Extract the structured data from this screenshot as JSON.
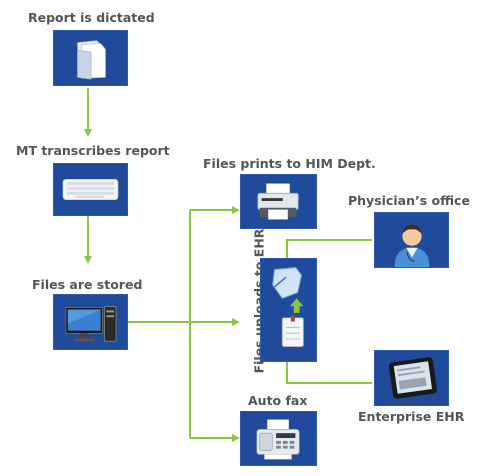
{
  "steps": {
    "dictated": "Report is dictated",
    "transcribes": "MT transcribes report",
    "stored": "Files are stored",
    "prints": "Files prints to HIM Dept.",
    "physician": "Physician’s office",
    "uploads": "Files uploads to EHR",
    "enterprise": "Enterprise EHR",
    "autofax": "Auto fax"
  },
  "icons": {
    "dictated": "document-folder-icon",
    "transcribes": "keyboard-icon",
    "stored": "desktop-computer-icon",
    "prints": "printer-icon",
    "physician": "physician-avatar-icon",
    "uploads": "upload-icon",
    "enterprise": "tablet-icon",
    "autofax": "fax-machine-icon"
  },
  "colors": {
    "box_fill": "#1f4b9a",
    "connector": "#8cc63f",
    "connector_dark": "#5a8a3c",
    "label": "#555555"
  }
}
